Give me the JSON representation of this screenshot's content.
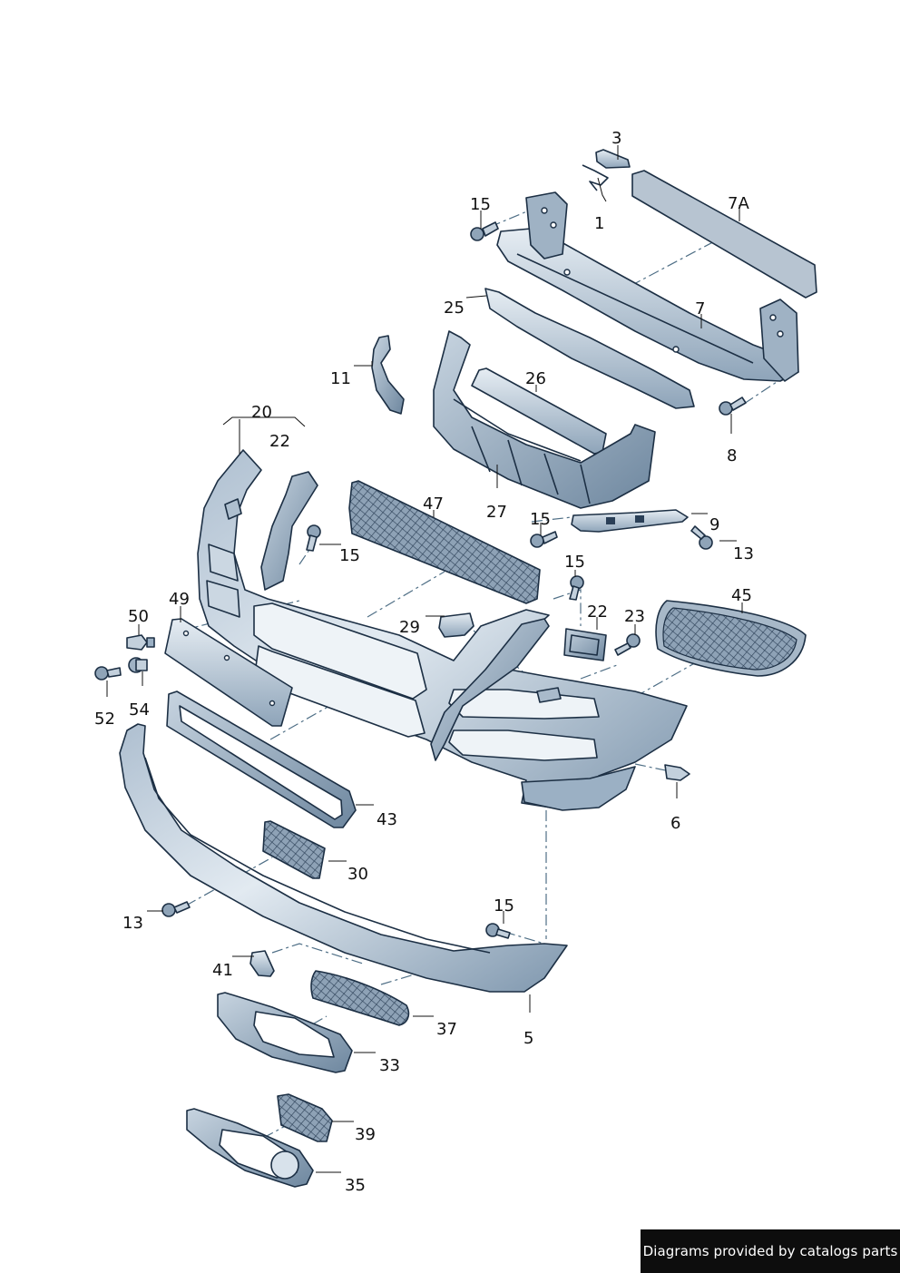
{
  "footer": {
    "credit": "Diagrams provided by catalogs parts"
  },
  "callouts": [
    "3",
    "1",
    "7A",
    "15",
    "7",
    "25",
    "11",
    "26",
    "8",
    "20",
    "22",
    "27",
    "47",
    "15",
    "9",
    "13",
    "15",
    "15",
    "22",
    "23",
    "45",
    "50",
    "49",
    "29",
    "52",
    "54",
    "43",
    "6",
    "30",
    "15",
    "13",
    "41",
    "5",
    "37",
    "33",
    "39",
    "35"
  ],
  "colors": {
    "part_fill_light": "#dfe7ee",
    "part_fill_mid": "#b9c8d6",
    "part_fill_dark": "#8aa0b6",
    "outline": "#1c2f44",
    "mesh": "#3b5068"
  }
}
